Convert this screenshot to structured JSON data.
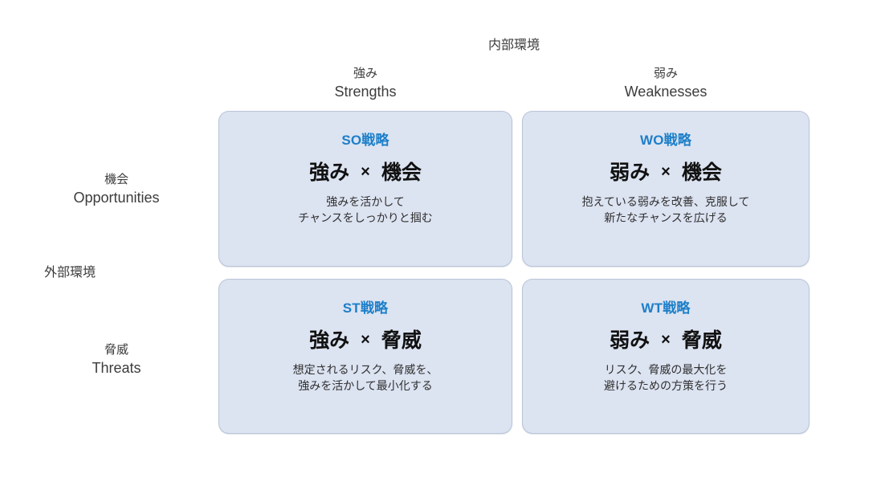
{
  "axes": {
    "internal_label": "内部環境",
    "external_label": "外部環境"
  },
  "columns": [
    {
      "jp": "強み",
      "en": "Strengths"
    },
    {
      "jp": "弱み",
      "en": "Weaknesses"
    }
  ],
  "rows": [
    {
      "jp": "機会",
      "en": "Opportunities"
    },
    {
      "jp": "脅威",
      "en": "Threats"
    }
  ],
  "colors": {
    "card_fill": "#dce3f1",
    "card_border": "#b9c5d8",
    "accent_blue": "#1c7fc9",
    "title_text": "#111111",
    "body_text": "#2f2f2f",
    "background": "#ffffff"
  },
  "quadrants": {
    "so": {
      "tag": "SO戦略",
      "factor_a": "強み",
      "separator": "×",
      "factor_b": "機会",
      "desc_line_1": "強みを活かして",
      "desc_line_2": "チャンスをしっかりと掴む"
    },
    "wo": {
      "tag": "WO戦略",
      "factor_a": "弱み",
      "separator": "×",
      "factor_b": "機会",
      "desc_line_1": "抱えている弱みを改善、克服して",
      "desc_line_2": "新たなチャンスを広げる"
    },
    "st": {
      "tag": "ST戦略",
      "factor_a": "強み",
      "separator": "×",
      "factor_b": "脅威",
      "desc_line_1": "想定されるリスク、脅威を、",
      "desc_line_2": "強みを活かして最小化する"
    },
    "wt": {
      "tag": "WT戦略",
      "factor_a": "弱み",
      "separator": "×",
      "factor_b": "脅威",
      "desc_line_1": "リスク、脅威の最大化を",
      "desc_line_2": "避けるための方策を行う"
    }
  }
}
